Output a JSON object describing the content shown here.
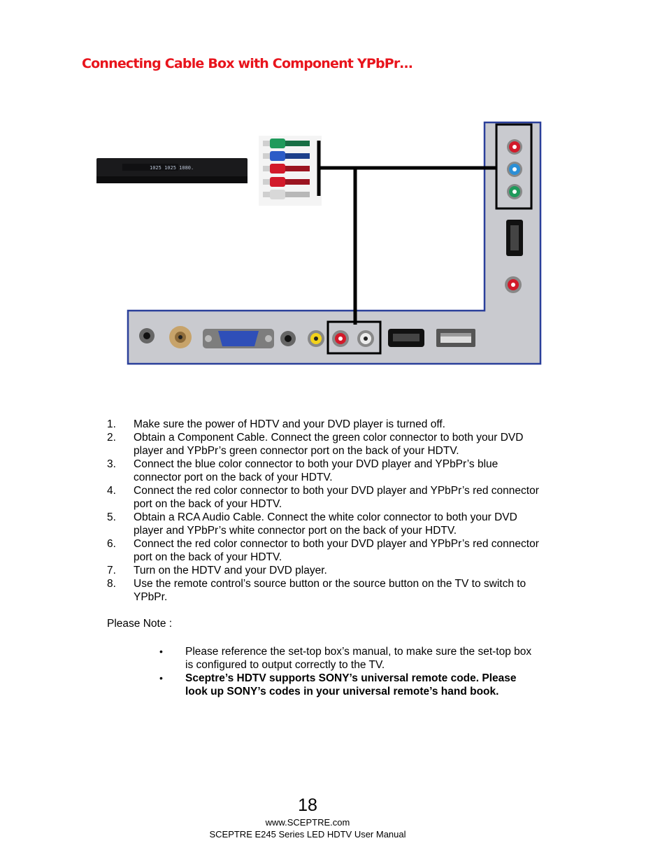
{
  "title": "Connecting Cable Box with Component YPbPr…",
  "device_display": "1025 1025 1080.",
  "steps": [
    {
      "num": "1.",
      "text": "Make sure the power of HDTV and your DVD player is turned off."
    },
    {
      "num": "2.",
      "text": "Obtain a Component Cable. Connect the green color connector to both your DVD player and YPbPr’s green connector port on the back of your HDTV."
    },
    {
      "num": "3.",
      "text": "Connect the blue color connector to both your DVD player and YPbPr’s blue connector port on the back of your HDTV."
    },
    {
      "num": "4.",
      "text": "Connect the red color connector to both your DVD player and YPbPr’s red connector port on the back of your HDTV."
    },
    {
      "num": "5.",
      "text": "Obtain a RCA Audio Cable.  Connect the white color connector to both your DVD player and YPbPr’s white connector port on the back of your HDTV."
    },
    {
      "num": "6.",
      "text": "Connect the red color connector to both your DVD player and YPbPr’s red connector port on the back of your HDTV."
    },
    {
      "num": "7.",
      "text": "Turn on the HDTV and your DVD player."
    },
    {
      "num": "8.",
      "text": "Use the remote control’s source button or the source button on the TV to switch to YPbPr."
    }
  ],
  "note_label": "Please Note :",
  "notes": [
    {
      "bullet": "•",
      "text": "Please reference the set-top box’s manual, to make sure the set-top box is configured to output correctly to the TV."
    },
    {
      "bullet": "•",
      "text": "Sceptre’s HDTV supports SONY’s universal remote code. Please look up SONY’s codes in your universal remote’s hand book."
    }
  ],
  "footer": {
    "page_number": "18",
    "website": "www.SCEPTRE.com",
    "manual_title": "SCEPTRE E245 Series LED HDTV User Manual"
  },
  "colors": {
    "title": "#e8141c",
    "panel": "#c9cacf",
    "panel_border": "#2a3f9a",
    "green": "#1f9a5b",
    "blue": "#2b5cc7",
    "red": "#d21a2a",
    "white": "#e6e6e6",
    "yellow": "#f2d21b"
  }
}
